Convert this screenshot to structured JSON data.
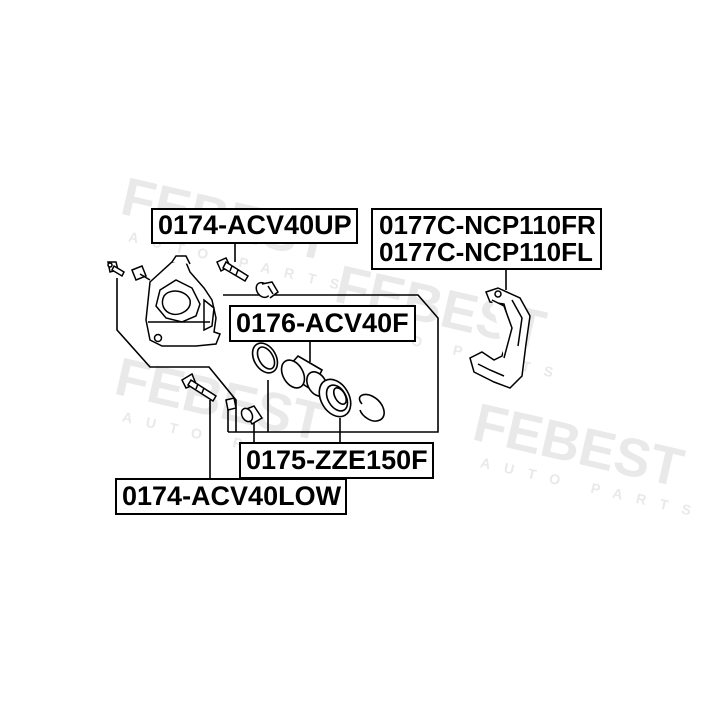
{
  "watermark": {
    "brand": "FEBEST",
    "sub": "AUTO PARTS",
    "color": "#e9e9e9"
  },
  "labels": {
    "upper_pin": "0174-ACV40UP",
    "bracket_fr": "0177C-NCP110FR",
    "bracket_fl": "0177C-NCP110FL",
    "piston": "0176-ACV40F",
    "seal_kit": "0175-ZZE150F",
    "lower_pin": "0174-ACV40LOW"
  },
  "colors": {
    "line": "#000000",
    "background": "#ffffff"
  }
}
